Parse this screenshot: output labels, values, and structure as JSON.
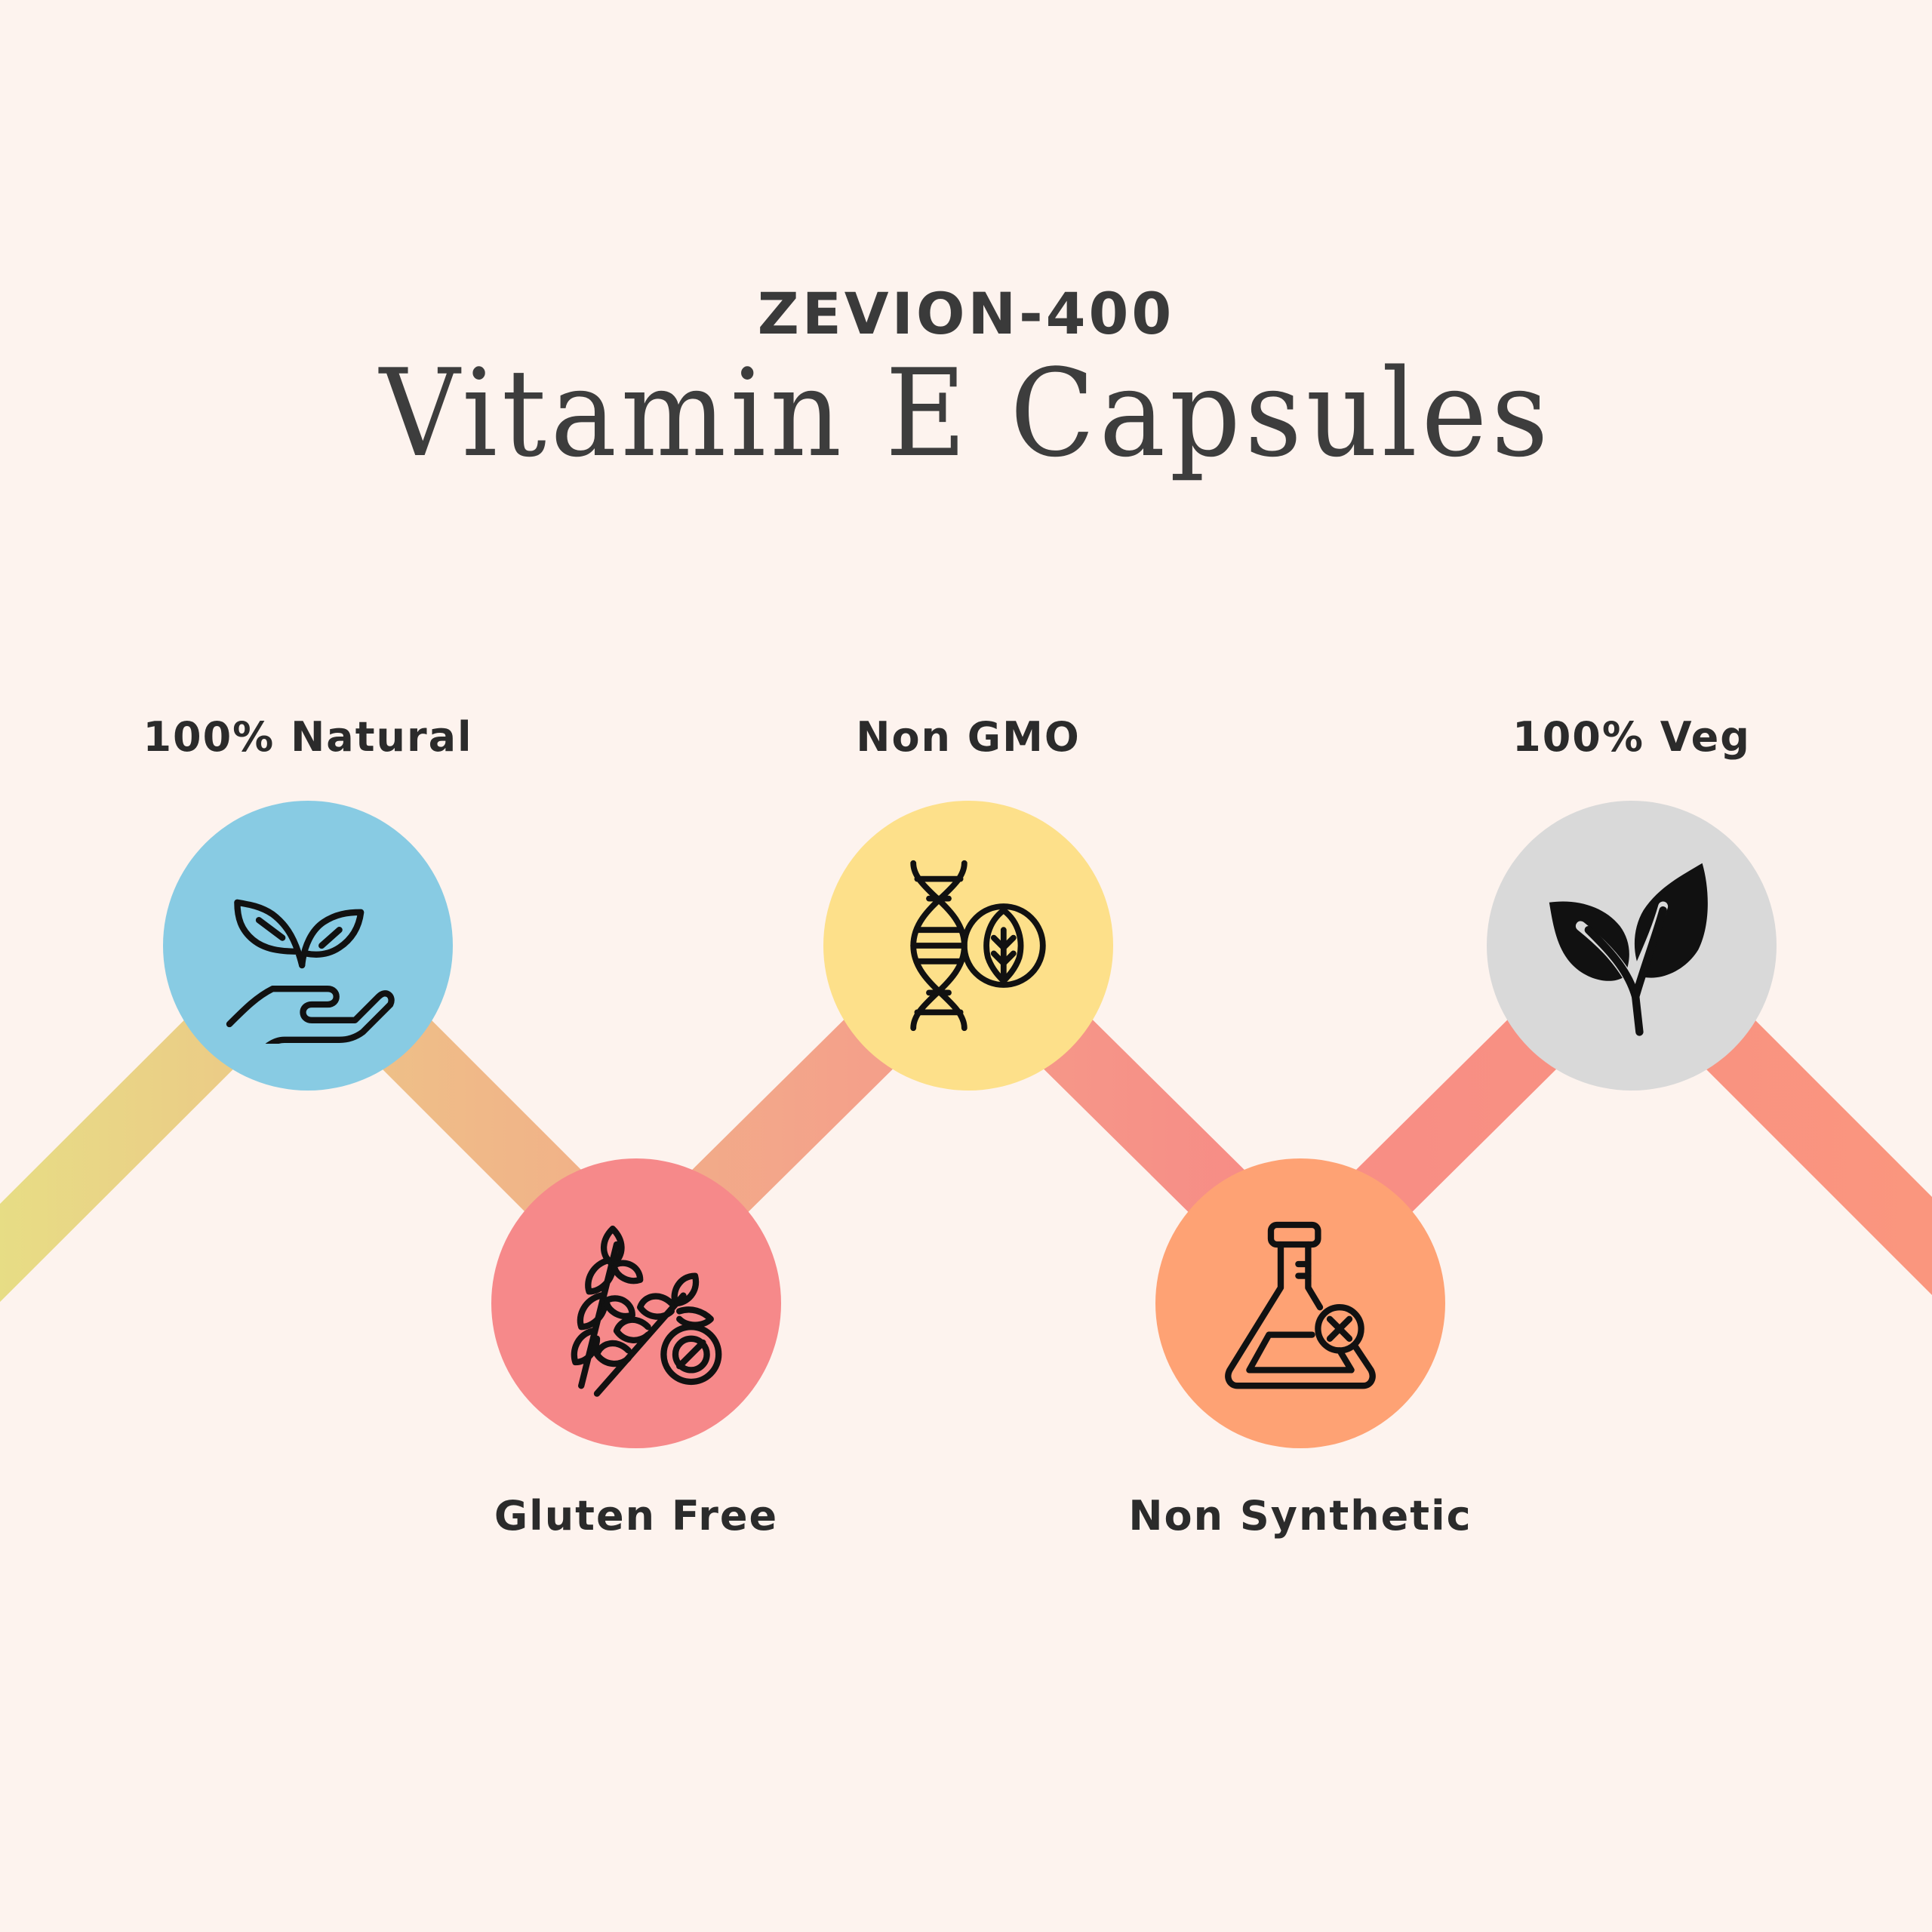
{
  "header": {
    "brand": "ZEVION-400",
    "title": "Vitamin E Capsules"
  },
  "colors": {
    "background": "#FDF3EE",
    "text": "#2B2B2B",
    "line_start": "#E7DD85",
    "line_mid": "#F4A98A",
    "line_end": "#F99680"
  },
  "features": [
    {
      "label": "100% Natural",
      "icon": "hand-sprout-icon",
      "color": "#88CBE3",
      "position": "top"
    },
    {
      "label": "Gluten Free",
      "icon": "wheat-no-icon",
      "color": "#F6898A",
      "position": "bottom"
    },
    {
      "label": "Non GMO",
      "icon": "dna-leaf-icon",
      "color": "#FDE08A",
      "position": "top"
    },
    {
      "label": "Non Synthetic",
      "icon": "flask-x-icon",
      "color": "#FEA274",
      "position": "bottom"
    },
    {
      "label": "100% Veg",
      "icon": "sprout-leaves-icon",
      "color": "#D9D9D9",
      "position": "top"
    }
  ]
}
